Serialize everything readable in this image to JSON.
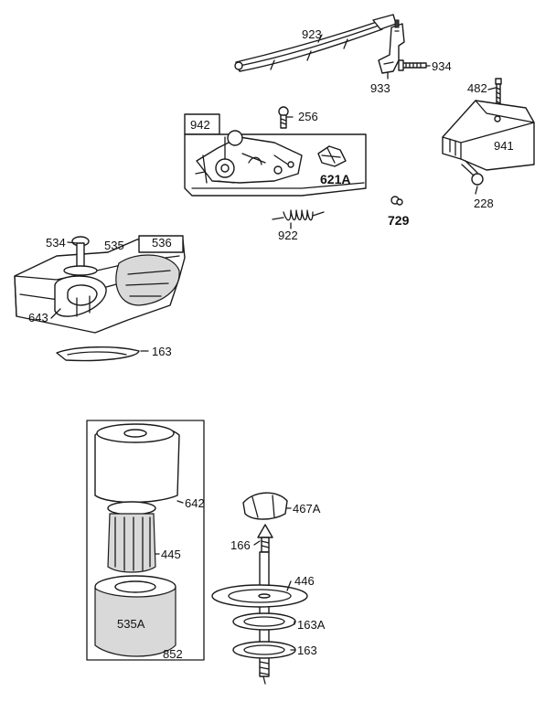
{
  "diagram": {
    "parts": {
      "p923": "923",
      "p934": "934",
      "p933": "933",
      "p482": "482",
      "p942": "942",
      "p256": "256",
      "p941": "941",
      "p621a": "621A",
      "p228": "228",
      "p729": "729",
      "p922": "922",
      "p534": "534",
      "p535": "535",
      "p536": "536",
      "p643": "643",
      "p163_top": "163",
      "p642": "642",
      "p467a": "467A",
      "p166": "166",
      "p445": "445",
      "p446": "446",
      "p535a": "535A",
      "p163a": "163A",
      "p163_bottom": "163",
      "p852": "852"
    }
  }
}
